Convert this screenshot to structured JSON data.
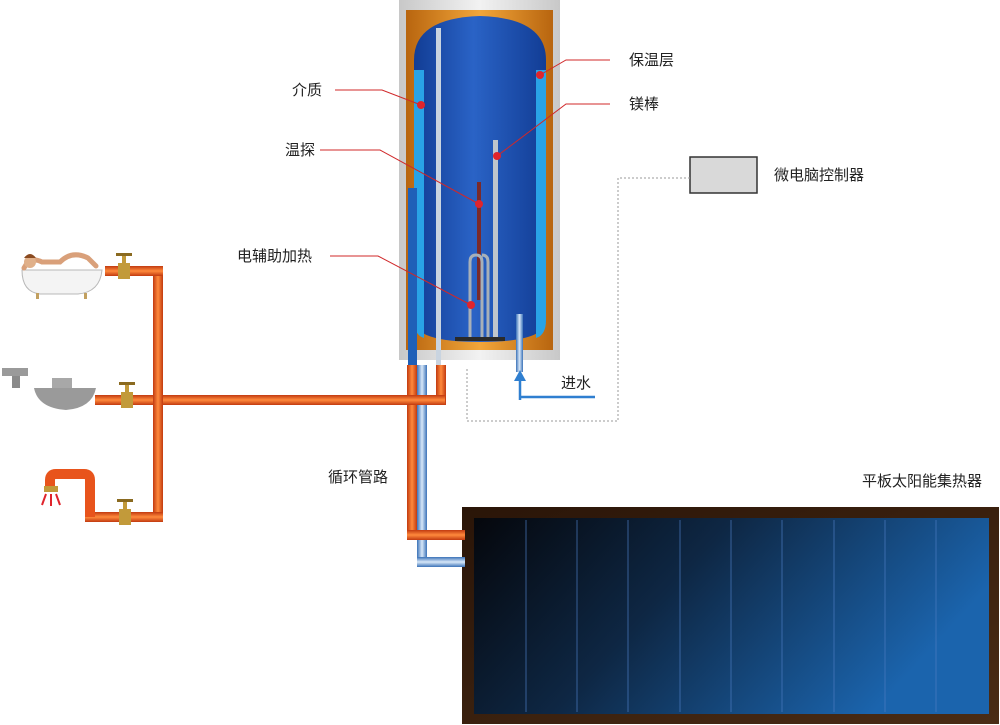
{
  "labels": {
    "medium": "介质",
    "insulation": "保温层",
    "magnesium_rod": "镁棒",
    "temp_probe": "温探",
    "controller": "微电脑控制器",
    "electric_heater": "电辅助加热",
    "water_inlet": "进水",
    "circulation_pipe": "循环管路",
    "solar_collector": "平板太阳能集热器"
  },
  "colors": {
    "hot_pipe": "#e8541c",
    "cold_pipe": "#2f7fd0",
    "tank_inner": "#1a49a8",
    "insulation_foam": "#d88a1c",
    "tank_shell": "#dcdcdc",
    "leader_line": "#d0282a",
    "leader_dot": "#e0242c"
  },
  "icons": [
    "bathtub-icon",
    "washbasin-icon",
    "shower-icon"
  ]
}
